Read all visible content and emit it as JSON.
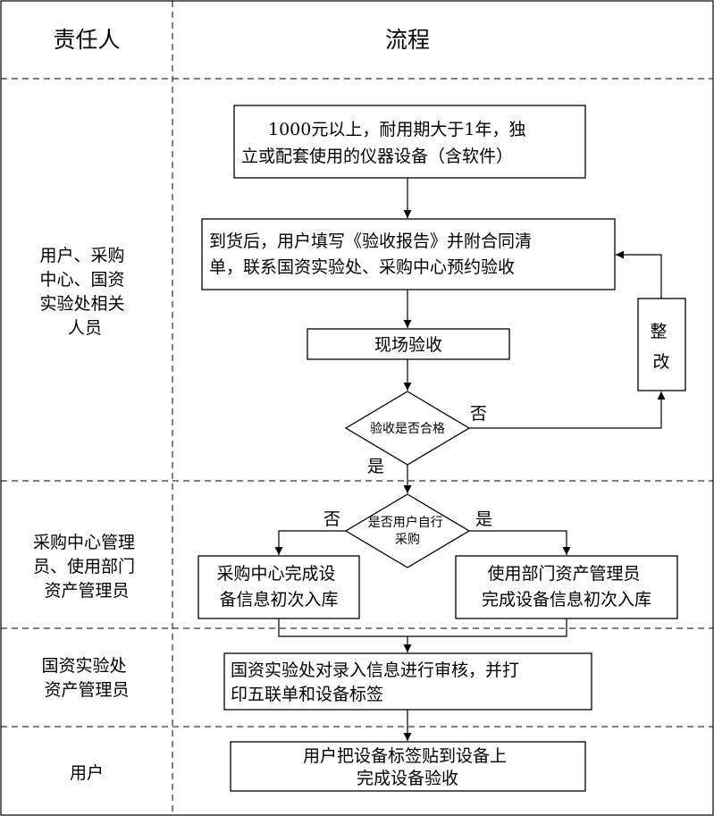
{
  "header": {
    "role_column": "责任人",
    "process_column": "流程"
  },
  "lanes": [
    {
      "lines": [
        "用户、采购",
        "中心、国资",
        "实验处相关",
        "人员"
      ]
    },
    {
      "lines": [
        "采购中心管理",
        "员、使用部门",
        "资产管理员"
      ]
    },
    {
      "lines": [
        "国资实验处",
        "资产管理员"
      ]
    },
    {
      "lines": [
        "用户"
      ]
    }
  ],
  "nodes": {
    "scope": {
      "lines": [
        "1000元以上，耐用期大于1年，独",
        "立或配套使用的仪器设备（含软件）"
      ]
    },
    "register": {
      "lines": [
        "到货后，用户填写《验收报告》并附合同清",
        "单，联系国资实验处、采购中心预约验收"
      ]
    },
    "onsite": {
      "lines": [
        "现场验收"
      ]
    },
    "rectify": {
      "lines": [
        "整",
        "改"
      ]
    },
    "qualified": {
      "lines": [
        "验收是否合格"
      ]
    },
    "self_purchase": {
      "lines": [
        "是否用户自行",
        "采购"
      ]
    },
    "center_entry": {
      "lines": [
        "采购中心完成设",
        "备信息初次入库"
      ]
    },
    "dept_entry": {
      "lines": [
        "使用部门资产管理员",
        "完成设备信息初次入库"
      ]
    },
    "review": {
      "lines": [
        "国资实验处对录入信息进行审核，并打",
        "印五联单和设备标签"
      ]
    },
    "finish": {
      "lines": [
        "用户把设备标签贴到设备上",
        "完成设备验收"
      ]
    }
  },
  "edge_labels": {
    "qualified_no": "否",
    "qualified_yes": "是",
    "self_no": "否",
    "self_yes": "是"
  }
}
